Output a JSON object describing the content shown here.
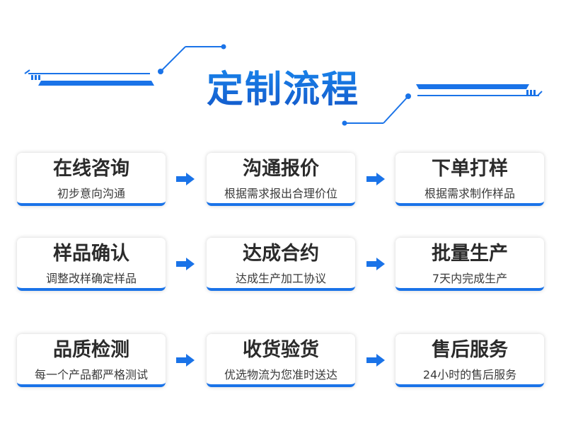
{
  "title": "定制流程",
  "steps": [
    {
      "title": "在线咨询",
      "desc": "初步意向沟通"
    },
    {
      "title": "沟通报价",
      "desc": "根据需求报出合理价位"
    },
    {
      "title": "下单打样",
      "desc": "根据需求制作样品"
    },
    {
      "title": "样品确认",
      "desc": "调整改样确定样品"
    },
    {
      "title": "达成合约",
      "desc": "达成生产加工协议"
    },
    {
      "title": "批量生产",
      "desc": "7天内完成生产"
    },
    {
      "title": "品质检测",
      "desc": "每一个产品都严格测试"
    },
    {
      "title": "收货验货",
      "desc": "优选物流为您准时送达"
    },
    {
      "title": "售后服务",
      "desc": "24小时的售后服务"
    }
  ],
  "colors": {
    "accent": "#1a73e8",
    "title_blue": "#1c73dc"
  },
  "icons": {
    "arrow": "arrow-right-icon"
  }
}
